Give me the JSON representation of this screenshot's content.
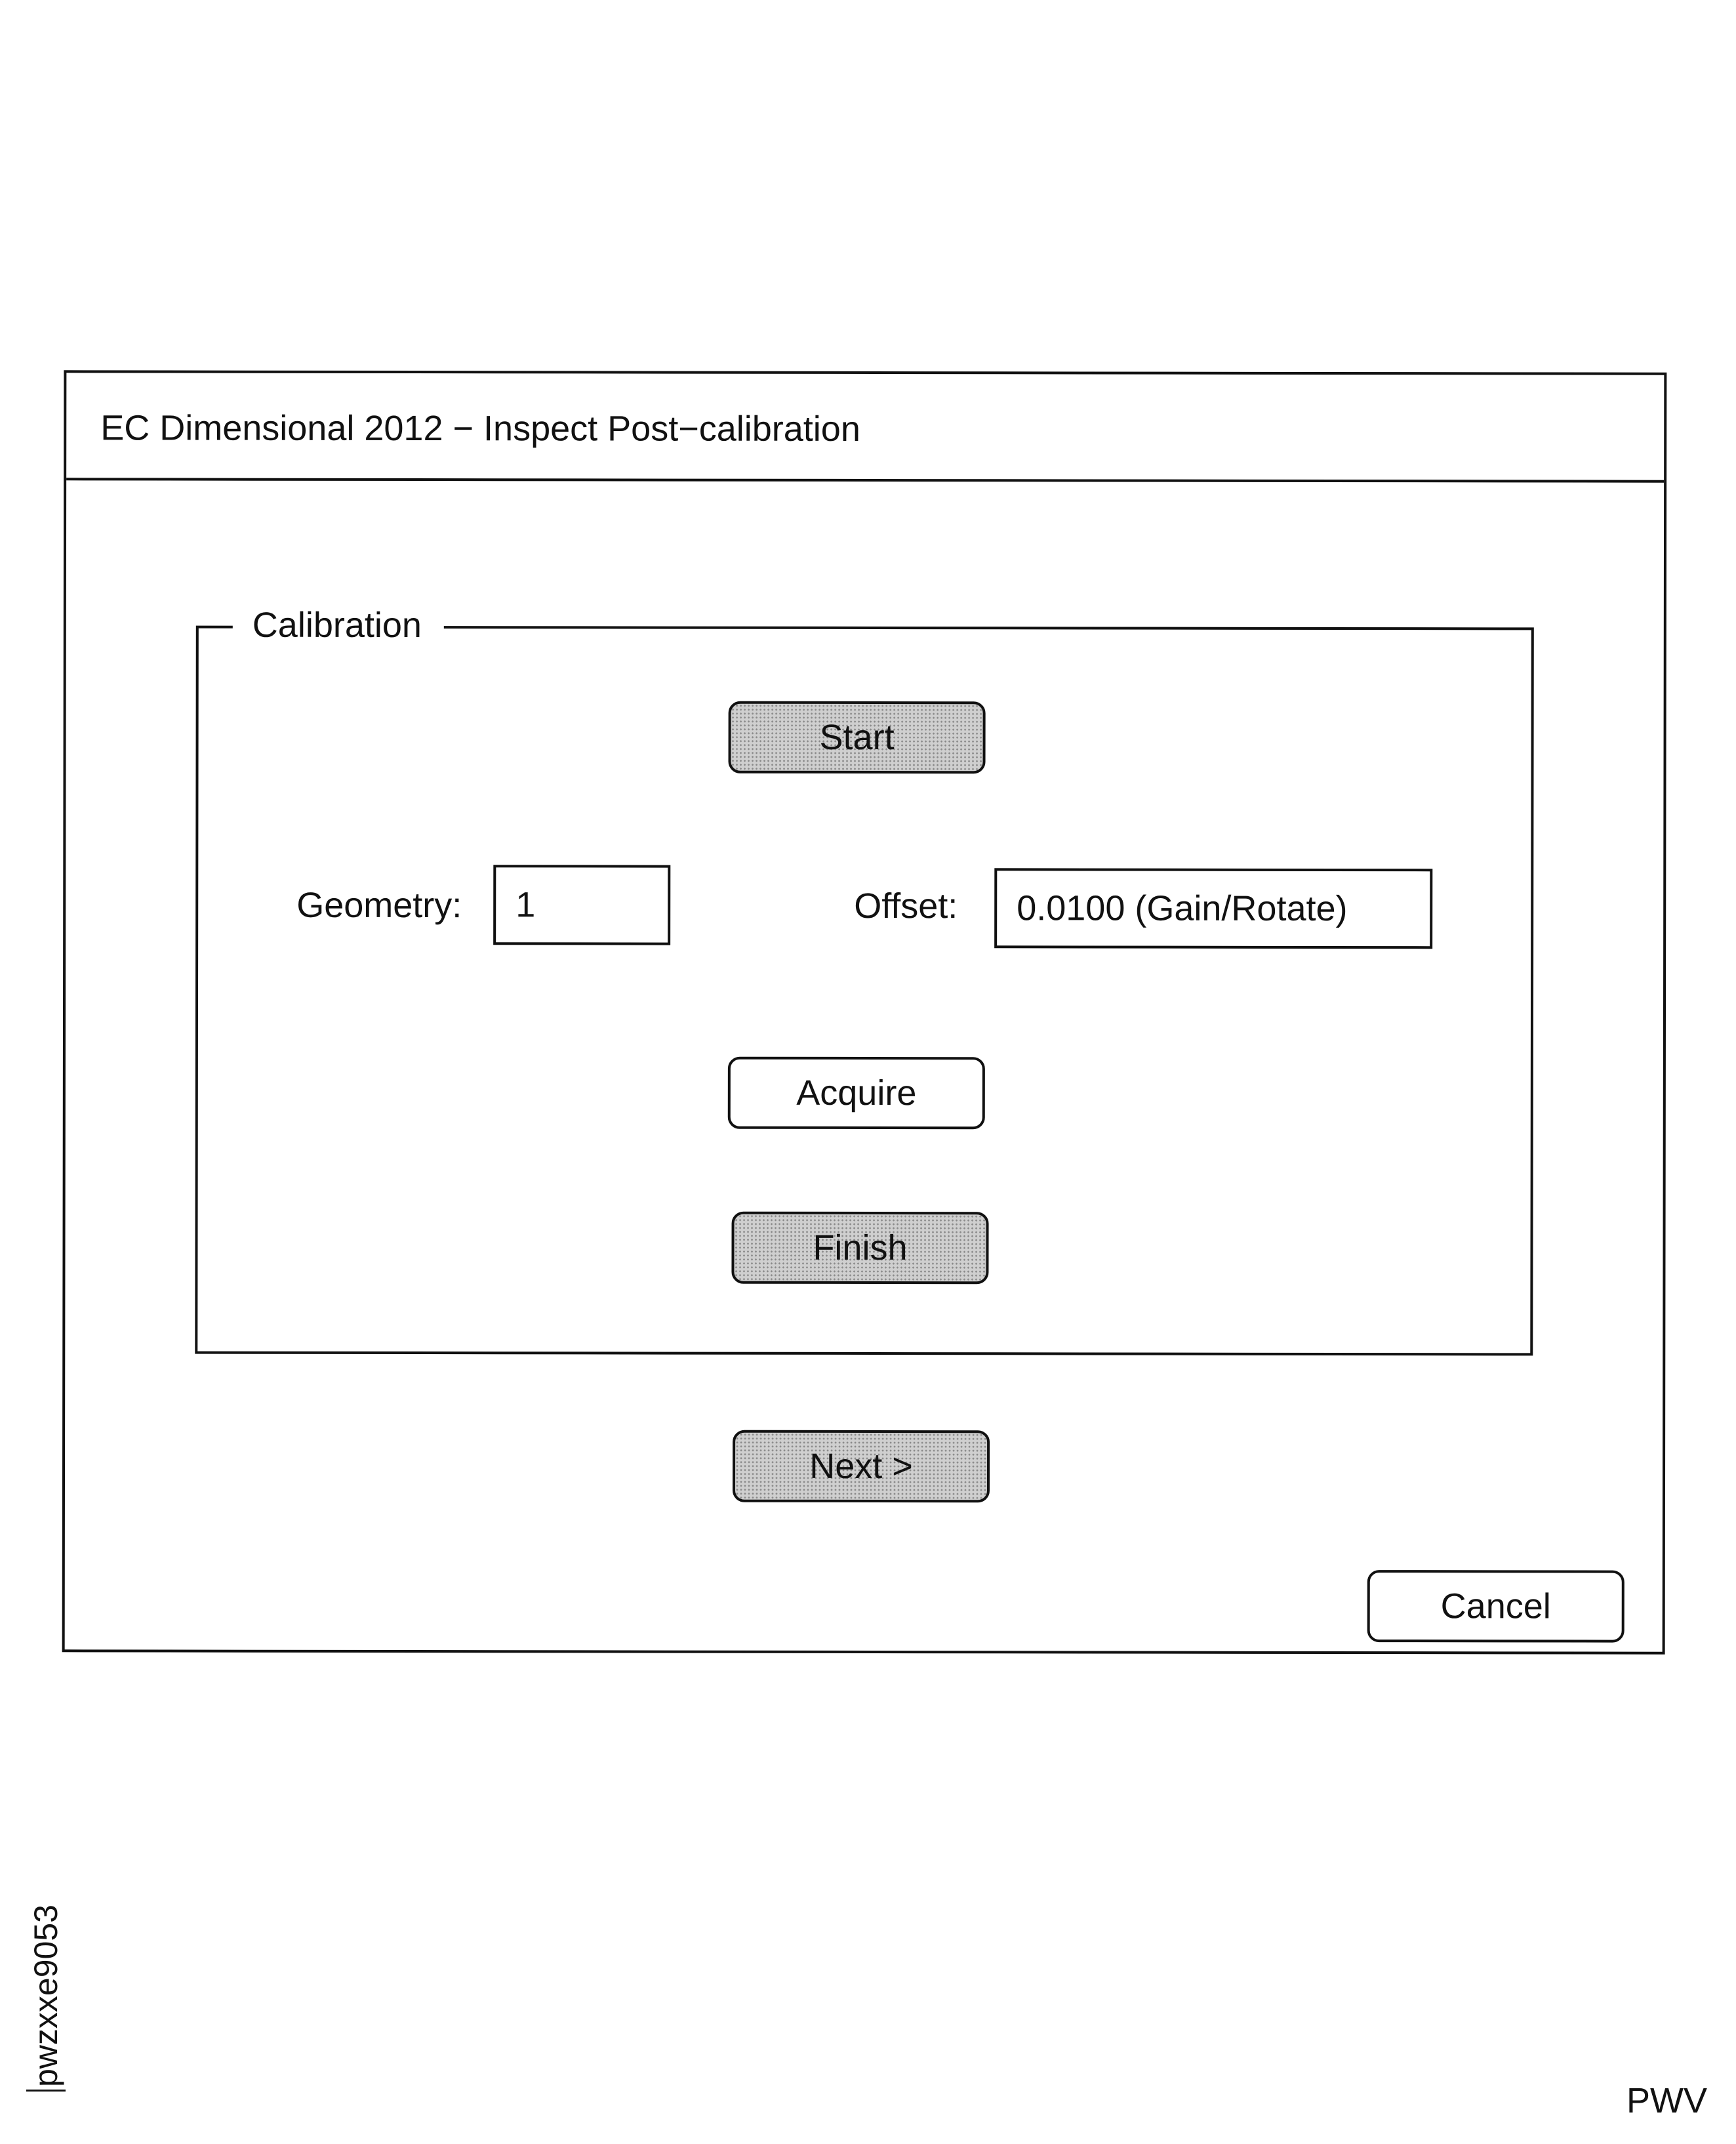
{
  "window": {
    "title": "EC Dimensional 2012 − Inspect Post−calibration"
  },
  "calibration": {
    "group_label": "Calibration",
    "start_label": "Start",
    "geometry_label": "Geometry:",
    "geometry_value": "1",
    "offset_label": "Offset:",
    "offset_value": "0.0100 (Gain/Rotate)",
    "acquire_label": "Acquire",
    "finish_label": "Finish"
  },
  "footer": {
    "next_label": "Next >",
    "cancel_label": "Cancel"
  },
  "annotations": {
    "figure_code": "pwzxxe9053",
    "corner_mark": "PWV"
  },
  "colors": {
    "border": "#111111",
    "disabled_fill": "#cfcfcf"
  }
}
